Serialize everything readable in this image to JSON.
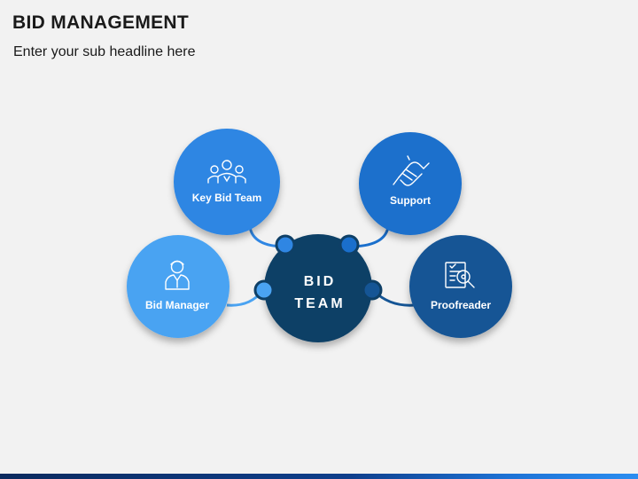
{
  "header": {
    "title": "BID MANAGEMENT",
    "subtitle": "Enter your sub headline here"
  },
  "center": {
    "line1": "BID",
    "line2": "TEAM",
    "color": "#0e3f66"
  },
  "nodes": [
    {
      "label": "Key Bid Team",
      "icon": "team-icon",
      "color": "#2f86e3"
    },
    {
      "label": "Support",
      "icon": "handshake-icon",
      "color": "#1a6fcc"
    },
    {
      "label": "Bid Manager",
      "icon": "manager-icon",
      "color": "#4aa3f2"
    },
    {
      "label": "Proofreader",
      "icon": "document-search-icon",
      "color": "#155595"
    }
  ]
}
